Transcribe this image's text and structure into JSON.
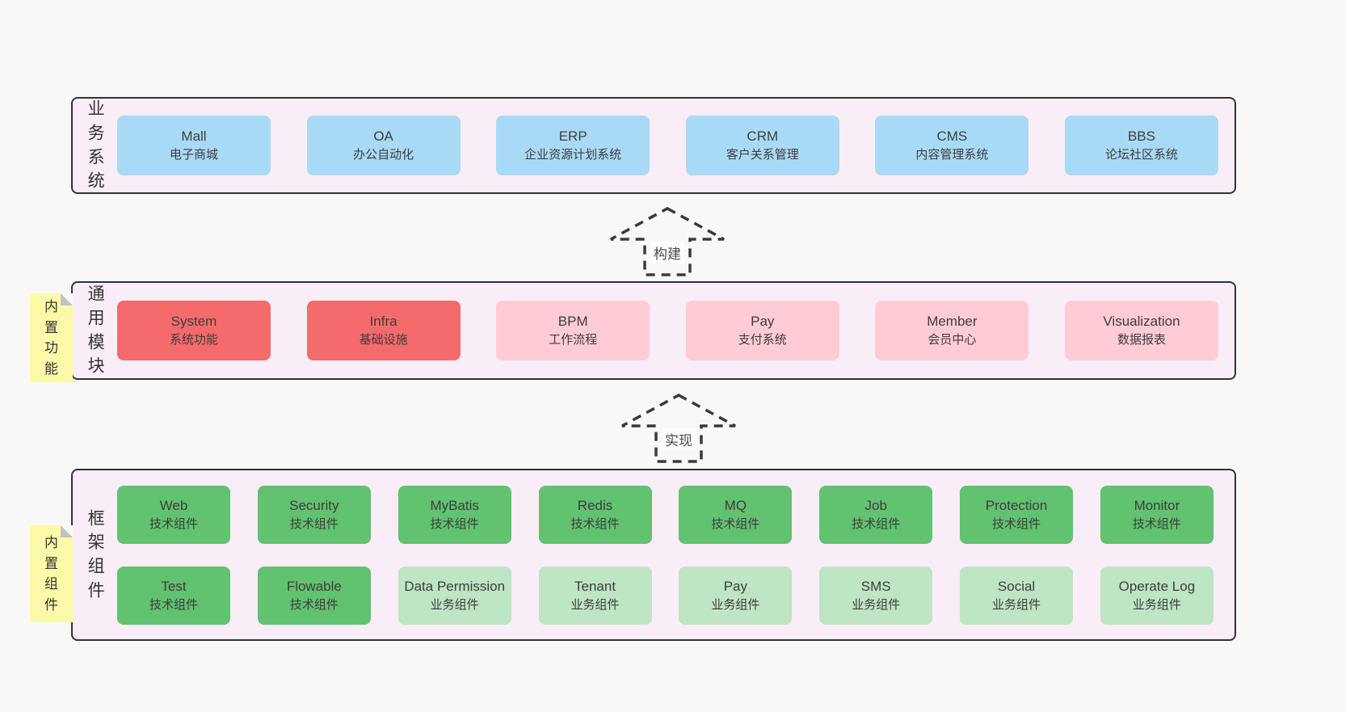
{
  "layers": {
    "business": {
      "side_label": "业务系统",
      "boxes": [
        {
          "en": "Mall",
          "zh": "电子商城"
        },
        {
          "en": "OA",
          "zh": "办公自动化"
        },
        {
          "en": "ERP",
          "zh": "企业资源计划系统"
        },
        {
          "en": "CRM",
          "zh": "客户关系管理"
        },
        {
          "en": "CMS",
          "zh": "内容管理系统"
        },
        {
          "en": "BBS",
          "zh": "论坛社区系统"
        }
      ]
    },
    "modules": {
      "side_label": "通用模块",
      "sticky_label": "内置功能",
      "boxes": [
        {
          "en": "System",
          "zh": "系统功能",
          "variant": "red"
        },
        {
          "en": "Infra",
          "zh": "基础设施",
          "variant": "red"
        },
        {
          "en": "BPM",
          "zh": "工作流程",
          "variant": "pink"
        },
        {
          "en": "Pay",
          "zh": "支付系统",
          "variant": "pink"
        },
        {
          "en": "Member",
          "zh": "会员中心",
          "variant": "pink"
        },
        {
          "en": "Visualization",
          "zh": "数据报表",
          "variant": "pink"
        }
      ]
    },
    "framework": {
      "side_label": "框架组件",
      "sticky_label": "内置组件",
      "row1": [
        {
          "en": "Web",
          "zh": "技术组件",
          "variant": "green"
        },
        {
          "en": "Security",
          "zh": "技术组件",
          "variant": "green"
        },
        {
          "en": "MyBatis",
          "zh": "技术组件",
          "variant": "green"
        },
        {
          "en": "Redis",
          "zh": "技术组件",
          "variant": "green"
        },
        {
          "en": "MQ",
          "zh": "技术组件",
          "variant": "green"
        },
        {
          "en": "Job",
          "zh": "技术组件",
          "variant": "green"
        },
        {
          "en": "Protection",
          "zh": "技术组件",
          "variant": "green"
        },
        {
          "en": "Monitor",
          "zh": "技术组件",
          "variant": "green"
        }
      ],
      "row2": [
        {
          "en": "Test",
          "zh": "技术组件",
          "variant": "green"
        },
        {
          "en": "Flowable",
          "zh": "技术组件",
          "variant": "green"
        },
        {
          "en": "Data Permission",
          "zh": "业务组件",
          "variant": "lightgreen"
        },
        {
          "en": "Tenant",
          "zh": "业务组件",
          "variant": "lightgreen"
        },
        {
          "en": "Pay",
          "zh": "业务组件",
          "variant": "lightgreen"
        },
        {
          "en": "SMS",
          "zh": "业务组件",
          "variant": "lightgreen"
        },
        {
          "en": "Social",
          "zh": "业务组件",
          "variant": "lightgreen"
        },
        {
          "en": "Operate Log",
          "zh": "业务组件",
          "variant": "lightgreen"
        }
      ]
    }
  },
  "arrows": {
    "build": "构建",
    "implement": "实现"
  },
  "colors": {
    "page_bg": "#f8f8f8",
    "panel_bg": "#f9edf7",
    "panel_border": "#333333",
    "blue": "#a9daf5",
    "red": "#f56b6c",
    "pink": "#ffccd5",
    "green": "#61c26f",
    "light_green": "#bee5c4",
    "sticky_yellow": "#fcfaa8",
    "fold_gray": "#c2c2c2"
  }
}
